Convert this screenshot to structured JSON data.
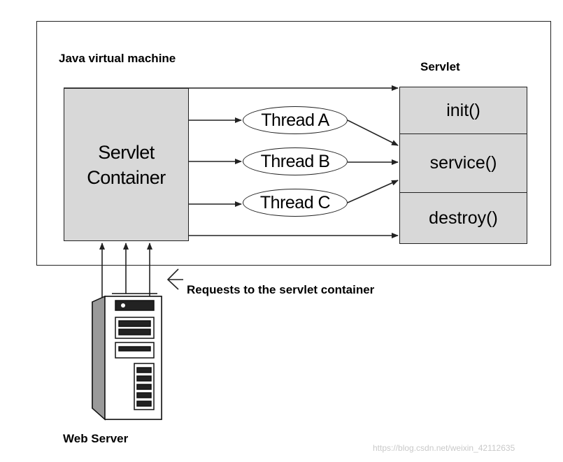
{
  "jvm": {
    "title": "Java virtual machine"
  },
  "container": {
    "line1": "Servlet",
    "line2": "Container"
  },
  "servlet": {
    "title": "Servlet",
    "methods": [
      "init()",
      "service()",
      "destroy()"
    ]
  },
  "threads": [
    "Thread A",
    "Thread B",
    "Thread C"
  ],
  "requests_label": "Requests to the servlet container",
  "web_server_label": "Web Server",
  "watermark": "https://blog.csdn.net/weixin_42112635"
}
